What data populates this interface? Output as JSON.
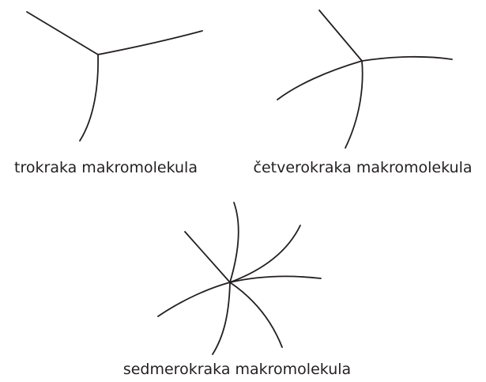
{
  "figure": {
    "line_color": "#231f20",
    "diagrams": [
      {
        "id": "three",
        "caption": "trokraka makromolekula",
        "arm_count": 3
      },
      {
        "id": "four",
        "caption": "četverokraka makromolekula",
        "arm_count": 4
      },
      {
        "id": "seven",
        "caption": "sedmerokraka makromolekula",
        "arm_count": 7
      }
    ]
  }
}
